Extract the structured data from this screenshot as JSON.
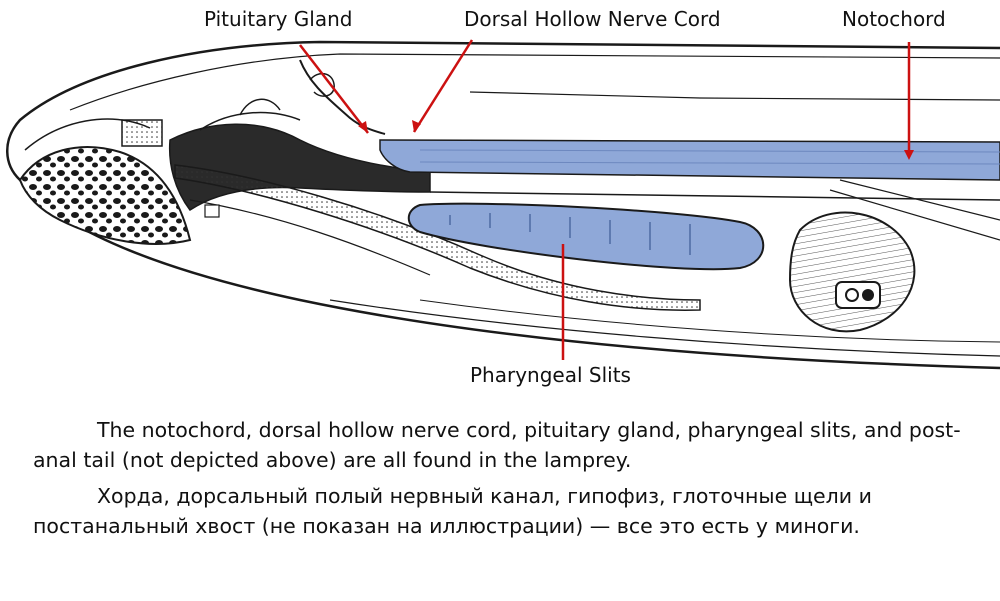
{
  "labels": {
    "pituitary_gland": "Pituitary Gland",
    "dorsal_hollow_nerve_cord": "Dorsal Hollow Nerve Cord",
    "notochord": "Notochord",
    "pharyngeal_slits": "Pharyngeal Slits"
  },
  "caption": {
    "english": "The notochord, dorsal hollow nerve cord, pituitary gland, pharyngeal slits, and post-anal tail (not depicted above) are all found in the lamprey.",
    "russian": "Хорда, дорсальный полый нервный канал, гипофиз, глоточные щели и постанальный хвост (не показан на иллюстрации) — все это есть у миноги."
  },
  "colors": {
    "callout_line": "#cc1111",
    "structure_fill": "#8fa8d8",
    "ink": "#1a1a1a"
  }
}
